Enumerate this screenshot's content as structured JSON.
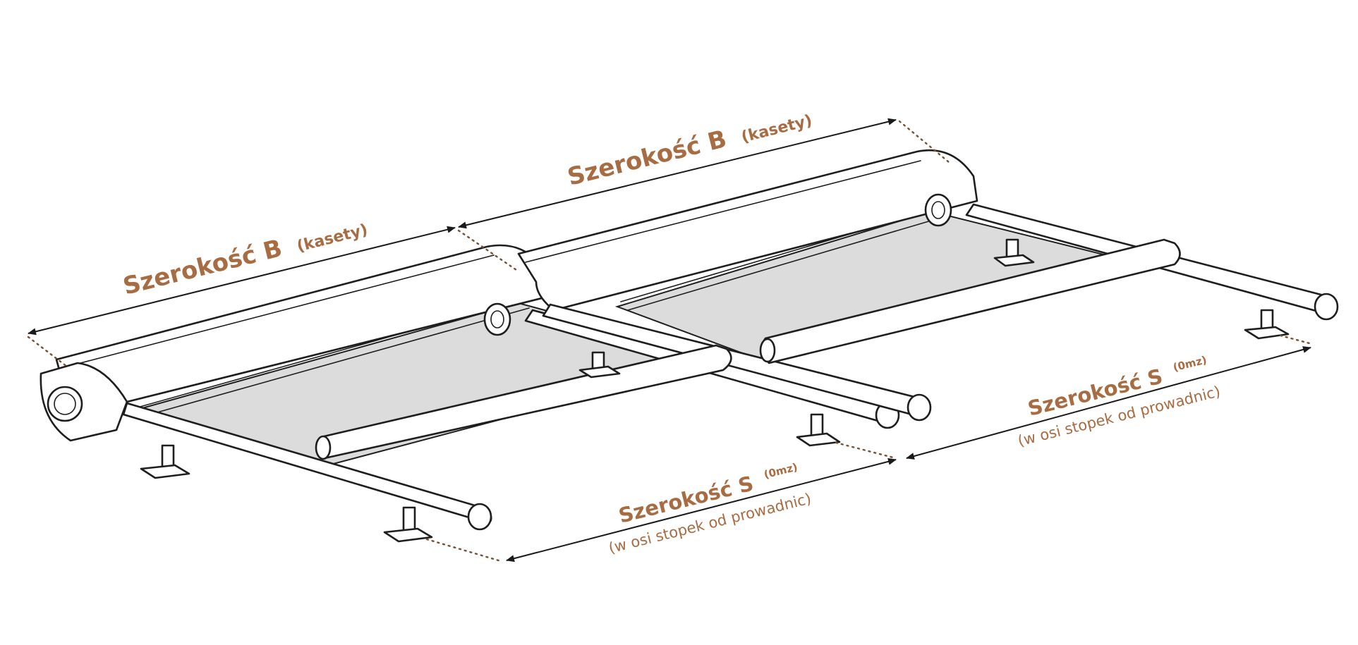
{
  "colors": {
    "label_brown": "#a86c42",
    "outline": "#1e1e1e",
    "fabric": "#dcdcdc",
    "background": "#ffffff"
  },
  "labels": {
    "cassette_width_left": {
      "main": "Szerokość B",
      "paren": "(kasety)"
    },
    "cassette_width_right": {
      "main": "Szerokość B",
      "paren": "(kasety)"
    },
    "guide_width_left": {
      "main": "Szerokość S",
      "sup": "(0mz)",
      "sub": "(w osi stopek od prowadnic)"
    },
    "guide_width_right": {
      "main": "Szerokość S",
      "sup": "(0mz)",
      "sub": "(w osi stopek od prowadnic)"
    }
  }
}
